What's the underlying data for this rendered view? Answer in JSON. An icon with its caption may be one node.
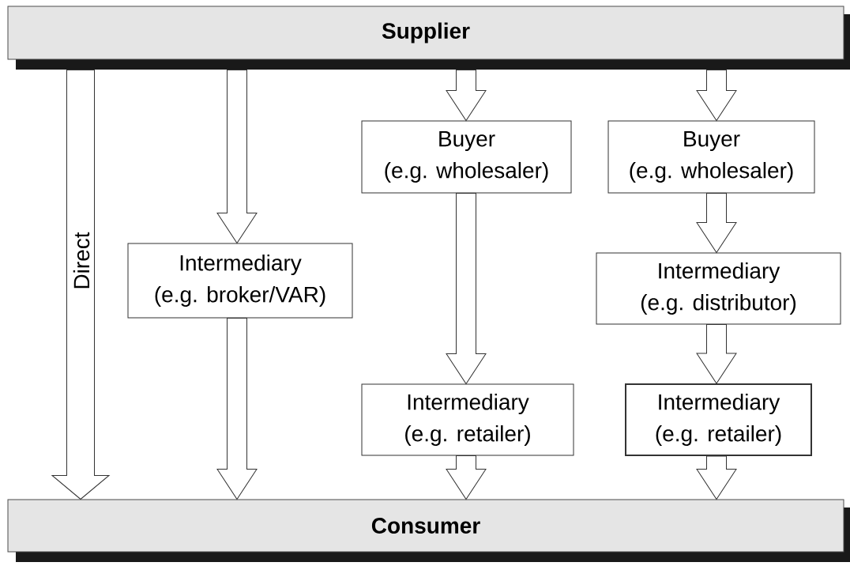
{
  "diagram": {
    "nodes": [
      {
        "text": [
          "Supplier"
        ]
      },
      {
        "text": [
          "Buyer",
          "(e.g. wholesaler)"
        ]
      },
      {
        "text": [
          "Buyer",
          "(e.g. wholesaler)"
        ]
      },
      {
        "text": [
          "Intermediary",
          "(e.g. broker/VAR)"
        ]
      },
      {
        "text": [
          "Intermediary",
          "(e.g. distributor)"
        ]
      },
      {
        "text": [
          "Intermediary",
          "(e.g. retailer)"
        ]
      },
      {
        "text": [
          "Intermediary",
          "(e.g. retailer)"
        ]
      },
      {
        "text": [
          "Consumer"
        ]
      }
    ],
    "edges": [
      {
        "from": 0,
        "to": 7,
        "arrow": "to",
        "label": "Direct"
      },
      {
        "from": 0,
        "to": 3,
        "arrow": "to"
      },
      {
        "from": 3,
        "to": 7,
        "arrow": "to"
      },
      {
        "from": 0,
        "to": 1,
        "arrow": "to"
      },
      {
        "from": 1,
        "to": 5,
        "arrow": "to"
      },
      {
        "from": 5,
        "to": 7,
        "arrow": "to"
      },
      {
        "from": 0,
        "to": 2,
        "arrow": "to"
      },
      {
        "from": 2,
        "to": 4,
        "arrow": "to"
      },
      {
        "from": 4,
        "to": 6,
        "arrow": "to"
      },
      {
        "from": 6,
        "to": 7,
        "arrow": "to"
      }
    ]
  }
}
